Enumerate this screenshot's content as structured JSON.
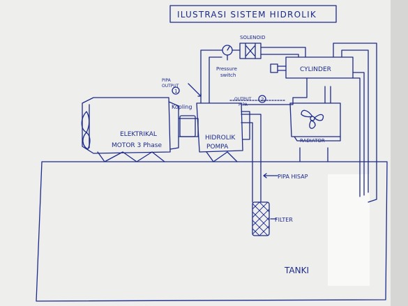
{
  "title": "ILUSTRASI SISTEM HIDROLIK",
  "labels": {
    "motor_line1": "ELEKTRIKAL",
    "motor_line2": "MOTOR 3 Phase",
    "kopling": "Kopling",
    "pompa_line1": "HIDROLIK",
    "pompa_line2": "POMPA",
    "pipa_output_1_line1": "PIPA",
    "pipa_output_1_line2": "OUTPUT",
    "marker_1": "1",
    "output_pipa_2_line1": "OUTPUT",
    "output_pipa_2_line2": "PIPA",
    "marker_2": "2",
    "solenoid": "SOLENOID",
    "pressure_line1": "Pressure",
    "pressure_line2": "switch",
    "cylinder": "CYLINDER",
    "radiator": "RADIATOR",
    "pipa_hisap": "PIPA HISAP",
    "filter": "FILTER",
    "tanki": "TANKI"
  },
  "colors": {
    "ink": "#1c2a8a",
    "paper": "#f1f1ef",
    "shadow": "#cfd0cd"
  }
}
